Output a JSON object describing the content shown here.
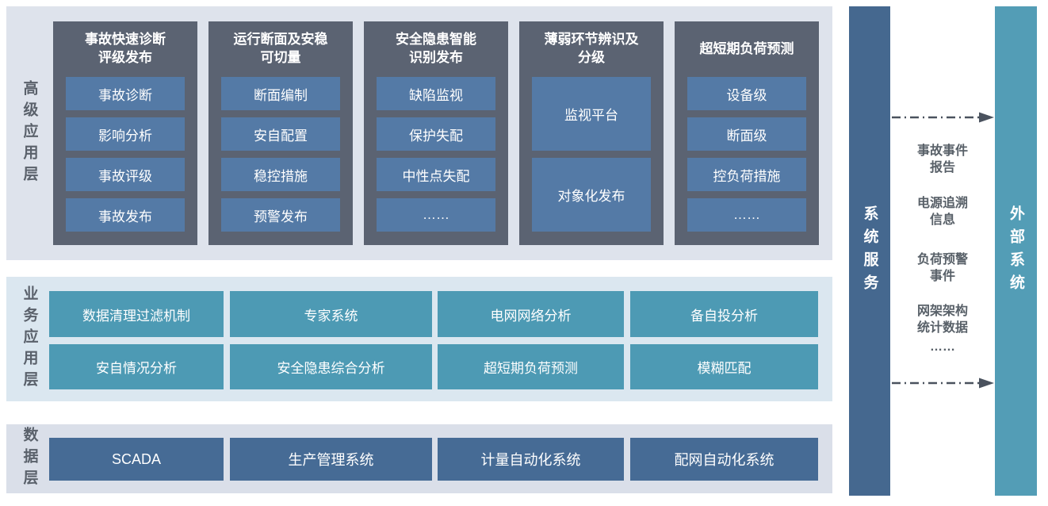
{
  "colors": {
    "band_advanced_bg": "#dee3ec",
    "band_business_bg": "#dbe7f0",
    "band_data_bg": "#dadfe9",
    "panel_bg": "#5b6372",
    "panel_item_bg": "#547aa6",
    "business_item_bg": "#4d9ab4",
    "data_item_bg": "#466b95",
    "system_service_bar_bg": "#45688f",
    "external_system_bar_bg": "#539db6",
    "label_text": "#5a616b",
    "arrow": "#4a525e"
  },
  "layers": {
    "advanced": {
      "label": "高级应用层",
      "panels": [
        {
          "title": "事故快速诊断\n评级发布",
          "items": [
            "事故诊断",
            "影响分析",
            "事故评级",
            "事故发布"
          ]
        },
        {
          "title": "运行断面及安稳\n可切量",
          "items": [
            "断面编制",
            "安自配置",
            "稳控措施",
            "预警发布"
          ]
        },
        {
          "title": "安全隐患智能\n识别发布",
          "items": [
            "缺陷监视",
            "保护失配",
            "中性点失配",
            "……"
          ]
        },
        {
          "title": "薄弱环节辨识及\n分级",
          "items": [
            "监视平台",
            "对象化发布"
          ]
        },
        {
          "title": "超短期负荷预测",
          "items": [
            "设备级",
            "断面级",
            "控负荷措施",
            "……"
          ]
        }
      ]
    },
    "business": {
      "label": "业务应用层",
      "rows": [
        [
          "数据清理过滤机制",
          "专家系统",
          "电网网络分析",
          "备自投分析"
        ],
        [
          "安自情况分析",
          "安全隐患综合分析",
          "超短期负荷预测",
          "模糊匹配"
        ]
      ]
    },
    "data": {
      "label": "数据层",
      "items": [
        "SCADA",
        "生产管理系统",
        "计量自动化系统",
        "配网自动化系统"
      ]
    }
  },
  "right": {
    "system_service_label": "系统服务",
    "external_system_label": "外部系统",
    "exchange_items": [
      "事故事件报告",
      "电源追溯信息",
      "负荷预警事件",
      "网架架构统计数据",
      "……"
    ]
  }
}
